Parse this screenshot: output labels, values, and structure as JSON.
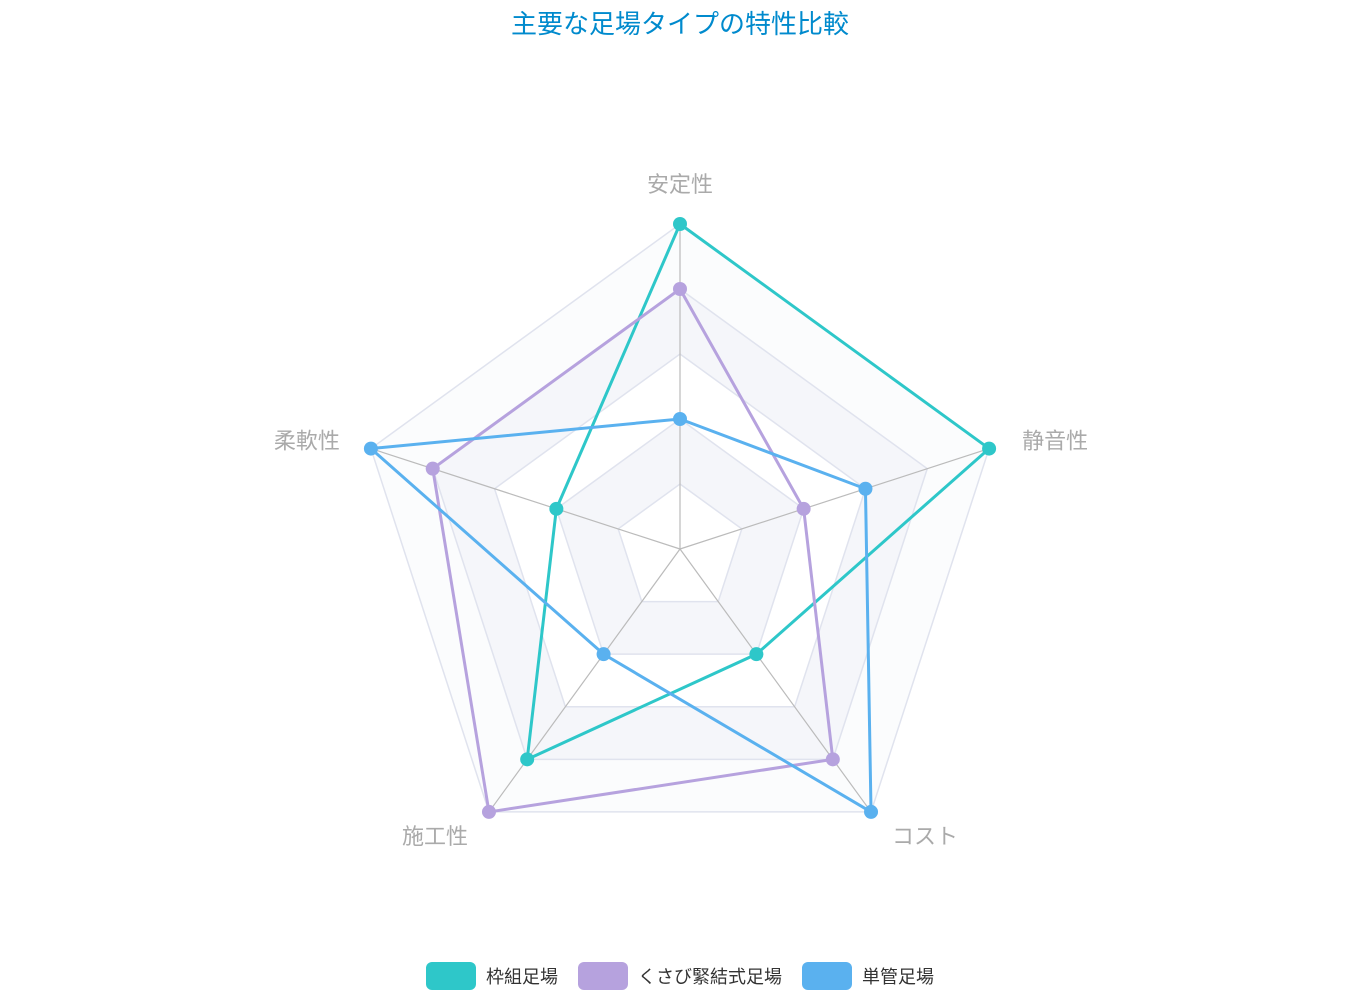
{
  "chart_data": {
    "type": "radar",
    "title": "主要な足場タイプの特性比較",
    "indicators": [
      "安定性",
      "静音性",
      "コスト",
      "施工性",
      "柔軟性"
    ],
    "max": 5,
    "split_number": 5,
    "series": [
      {
        "name": "枠組足場",
        "color": "#2ec7c9",
        "values": [
          5,
          5,
          2,
          4,
          2
        ]
      },
      {
        "name": "くさび緊結式足場",
        "color": "#b6a2de",
        "values": [
          4,
          2,
          4,
          5,
          4
        ]
      },
      {
        "name": "単管足場",
        "color": "#5ab1ef",
        "values": [
          2,
          3,
          5,
          2,
          5
        ]
      }
    ],
    "legend_position": "bottom"
  },
  "title_color": "#008acd"
}
